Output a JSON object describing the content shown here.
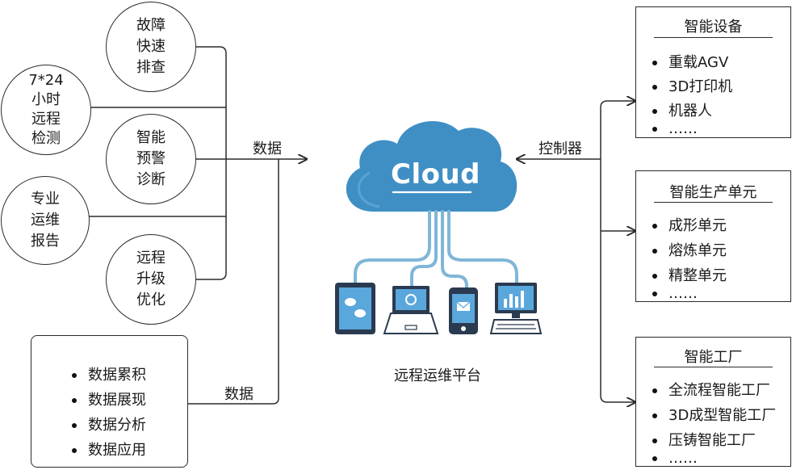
{
  "circles": {
    "fault": [
      "故障",
      "快速",
      "排查"
    ],
    "monitor": [
      "7*24",
      "小时",
      "远程",
      "检测"
    ],
    "warning": [
      "智能",
      "预警",
      "诊断"
    ],
    "report": [
      "专业",
      "运维",
      "报告"
    ],
    "upgrade": [
      "远程",
      "升级",
      "优化"
    ]
  },
  "data_box": {
    "items": [
      "数据累积",
      "数据展现",
      "数据分析",
      "数据应用"
    ]
  },
  "labels": {
    "data_top": "数据",
    "data_bottom": "数据",
    "controller": "控制器",
    "platform": "远程运维平台",
    "cloud": "Cloud"
  },
  "right_boxes": {
    "devices": {
      "title": "智能设备",
      "items": [
        "重载AGV",
        "3D打印机",
        "机器人",
        "……"
      ]
    },
    "units": {
      "title": "智能生产单元",
      "items": [
        "成形单元",
        "熔炼单元",
        "精整单元",
        "……"
      ]
    },
    "factory": {
      "title": "智能工厂",
      "items": [
        "全流程智能工厂",
        "3D成型智能工厂",
        "压铸智能工厂",
        "……"
      ]
    }
  },
  "colors": {
    "cloud": "#3f8fc4",
    "cloud_dark": "#2d78ad",
    "pipe": "#7fb6d8",
    "line": "#2b2b2b"
  },
  "icons": [
    "tablet-icon",
    "laptop-icon",
    "phone-icon",
    "desktop-monitor-icon"
  ]
}
